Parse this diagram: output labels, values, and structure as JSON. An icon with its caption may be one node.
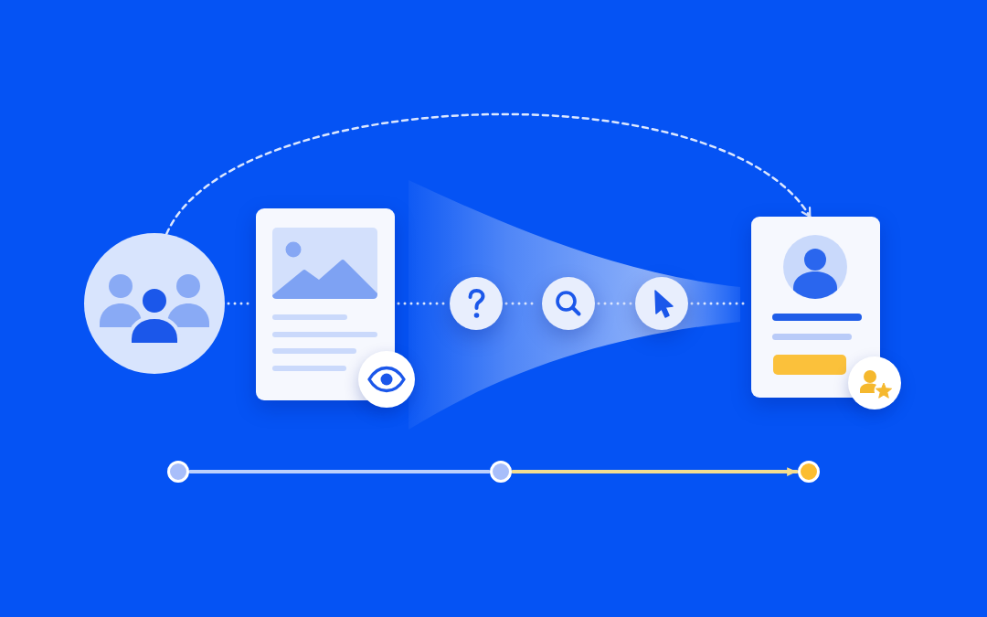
{
  "diagram": {
    "nodes": [
      {
        "text": [],
        "shape": "circle"
      },
      {
        "text": [],
        "shape": "box"
      },
      {
        "text": [],
        "shape": "circle"
      },
      {
        "text": [],
        "shape": "circle"
      },
      {
        "text": [],
        "shape": "circle"
      },
      {
        "text": [],
        "shape": "box"
      },
      {
        "text": [],
        "shape": "circle"
      },
      {
        "text": [],
        "shape": "circle"
      },
      {
        "text": [],
        "shape": "circle"
      }
    ],
    "edges": [
      {
        "from": 0,
        "to": 1,
        "arrow": "none",
        "style": "dashed"
      },
      {
        "from": 1,
        "to": 2,
        "arrow": "none",
        "style": "dashed"
      },
      {
        "from": 2,
        "to": 3,
        "arrow": "none",
        "style": "dashed"
      },
      {
        "from": 3,
        "to": 4,
        "arrow": "none",
        "style": "dashed"
      },
      {
        "from": 4,
        "to": 5,
        "arrow": "none",
        "style": "dashed"
      },
      {
        "from": 0,
        "to": 5,
        "arrow": "to",
        "style": "dashed"
      },
      {
        "from": 6,
        "to": 7,
        "arrow": "none",
        "color": "#bcd0fc"
      },
      {
        "from": 7,
        "to": 8,
        "arrow": "to",
        "color": "#f4dd90"
      }
    ]
  }
}
